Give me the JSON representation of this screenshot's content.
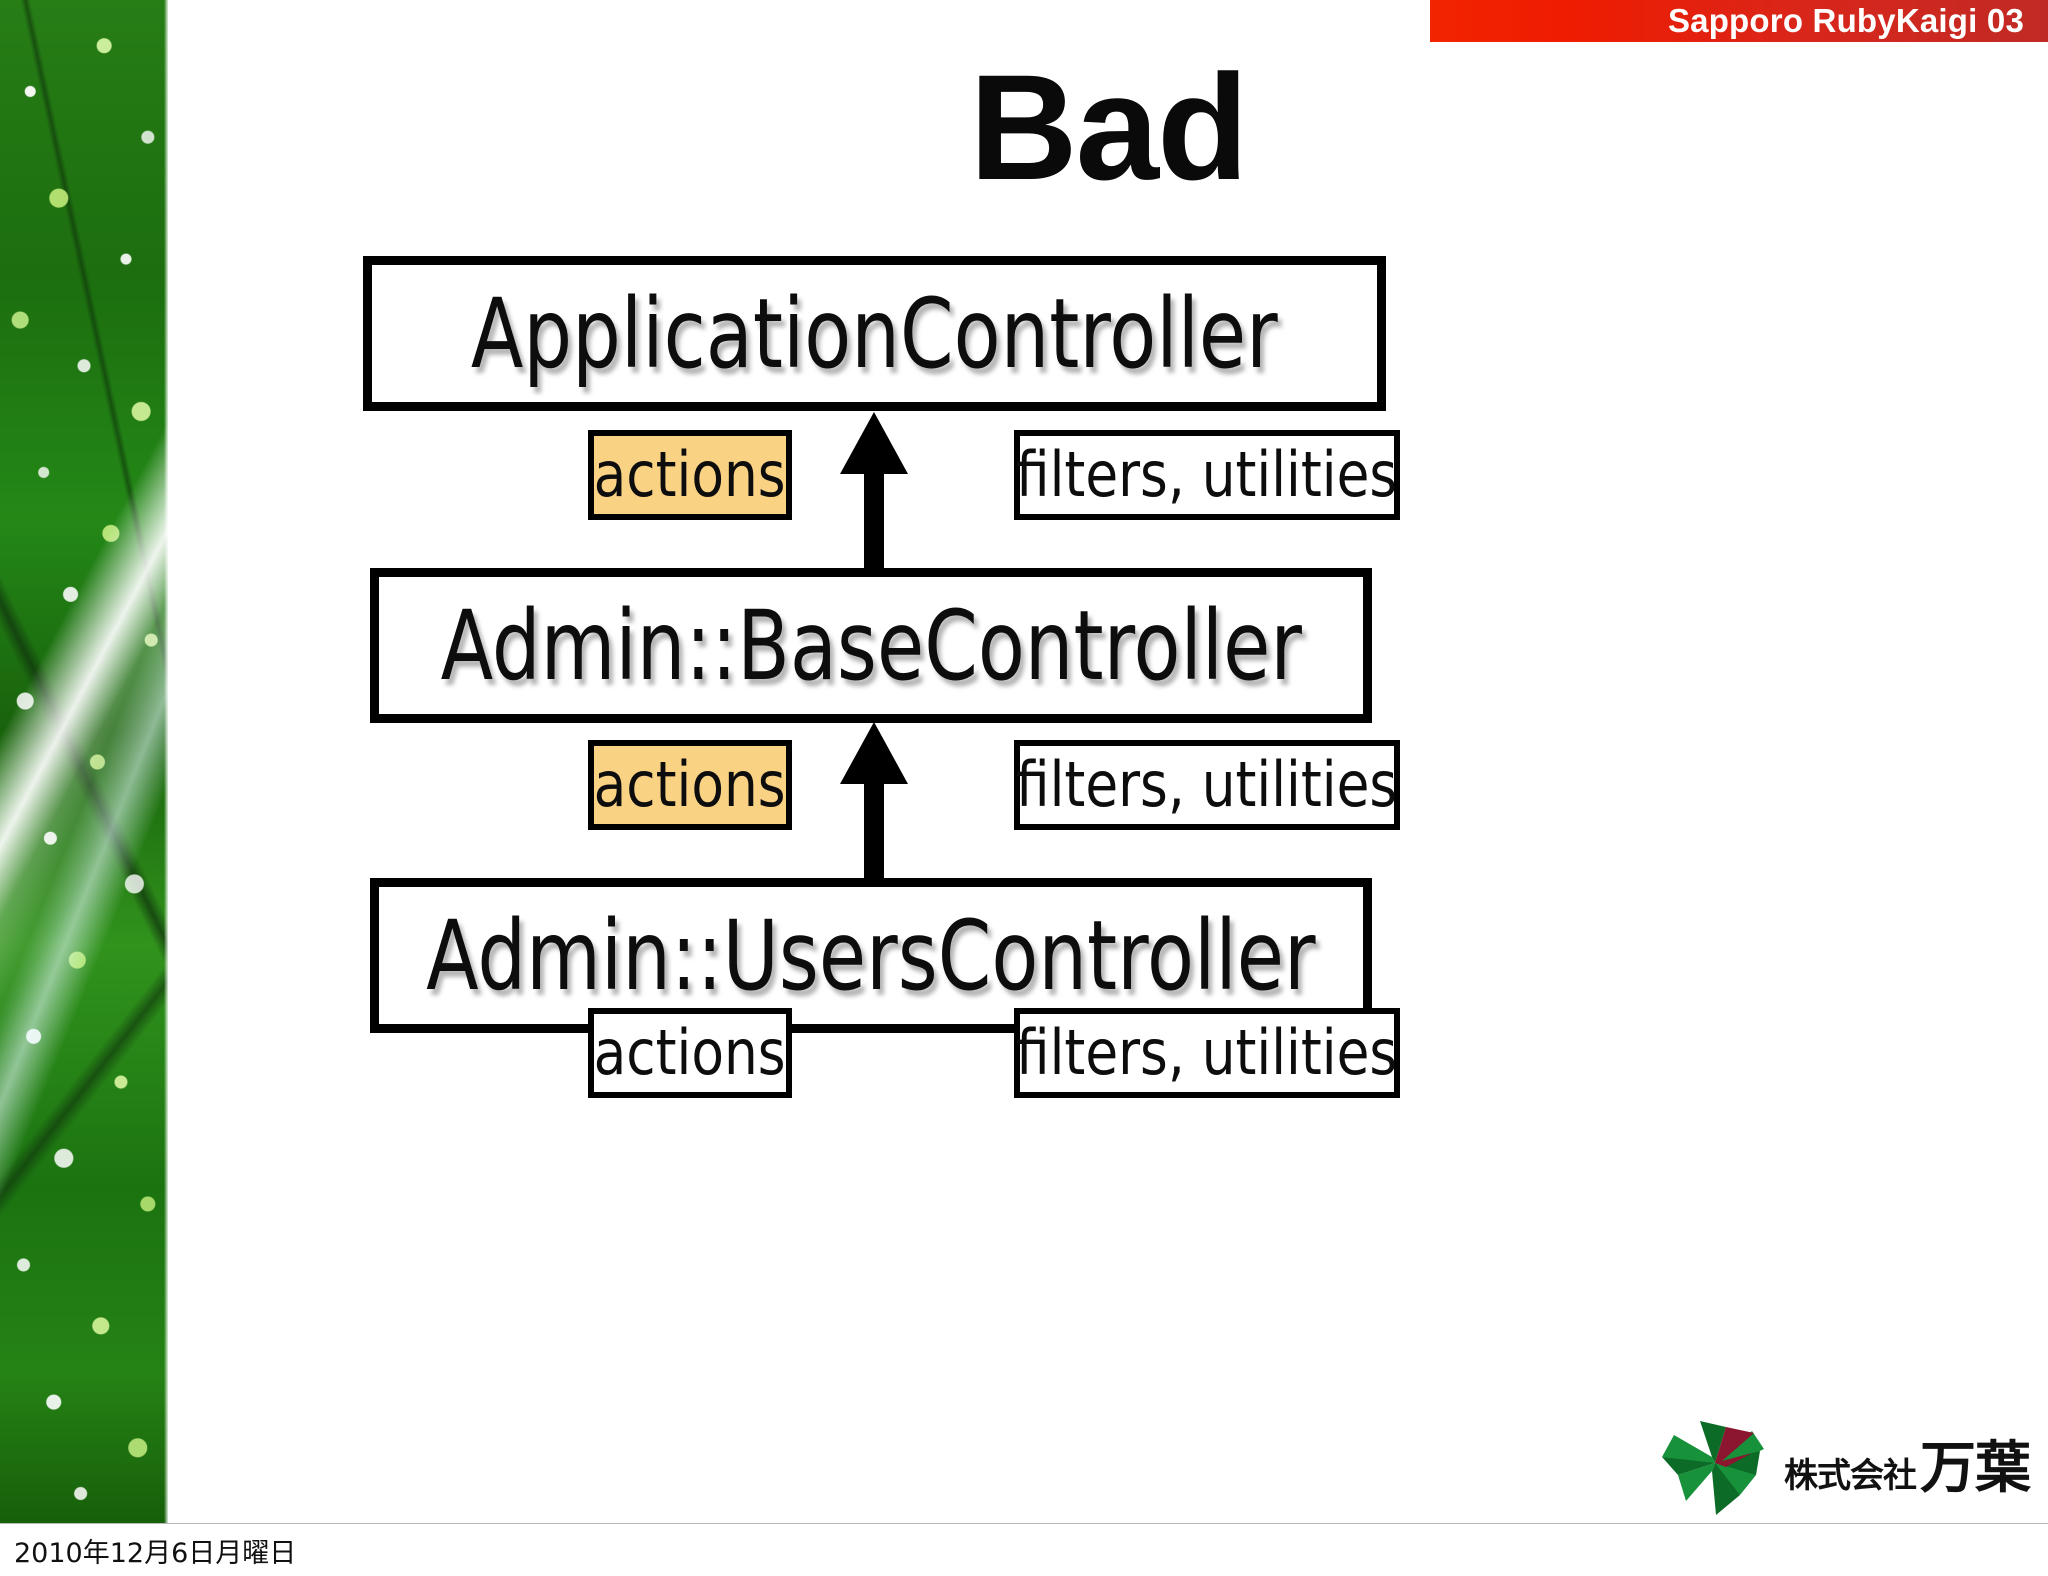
{
  "header": {
    "banner_text": "Sapporo RubyKaigi 03",
    "banner_color": "#ef1c00"
  },
  "title": {
    "text": "Bad"
  },
  "diagram": {
    "type": "class-inheritance",
    "accent_actions_color": "#fad284",
    "boxes": [
      {
        "id": "application-controller",
        "label": "ApplicationController"
      },
      {
        "id": "admin-base-controller",
        "label": "Admin::BaseController"
      },
      {
        "id": "admin-users-controller",
        "label": "Admin::UsersController"
      }
    ],
    "tags": [
      {
        "id": "actions-1",
        "label": "actions",
        "fill": "#fad284"
      },
      {
        "id": "filters-utilities-1",
        "label": "filters, utilities",
        "fill": "#ffffff"
      },
      {
        "id": "actions-2",
        "label": "actions",
        "fill": "#fad284"
      },
      {
        "id": "filters-utilities-2",
        "label": "filters, utilities",
        "fill": "#ffffff"
      },
      {
        "id": "actions-3",
        "label": "actions",
        "fill": "#ffffff"
      },
      {
        "id": "filters-utilities-3",
        "label": "filters, utilities",
        "fill": "#ffffff"
      }
    ],
    "arrows": [
      {
        "id": "arrow-base-to-application",
        "direction": "up"
      },
      {
        "id": "arrow-users-to-base",
        "direction": "up"
      }
    ]
  },
  "logo": {
    "company_prefix": "株式会社",
    "company_name": "万葉",
    "leaf_green": "#17913a",
    "leaf_dark_green": "#0d6b28",
    "leaf_red": "#8c1530"
  },
  "footer": {
    "date": "2010年12月6日月曜日"
  },
  "sidebar": {
    "image_name": "forest-canopy-photo"
  }
}
